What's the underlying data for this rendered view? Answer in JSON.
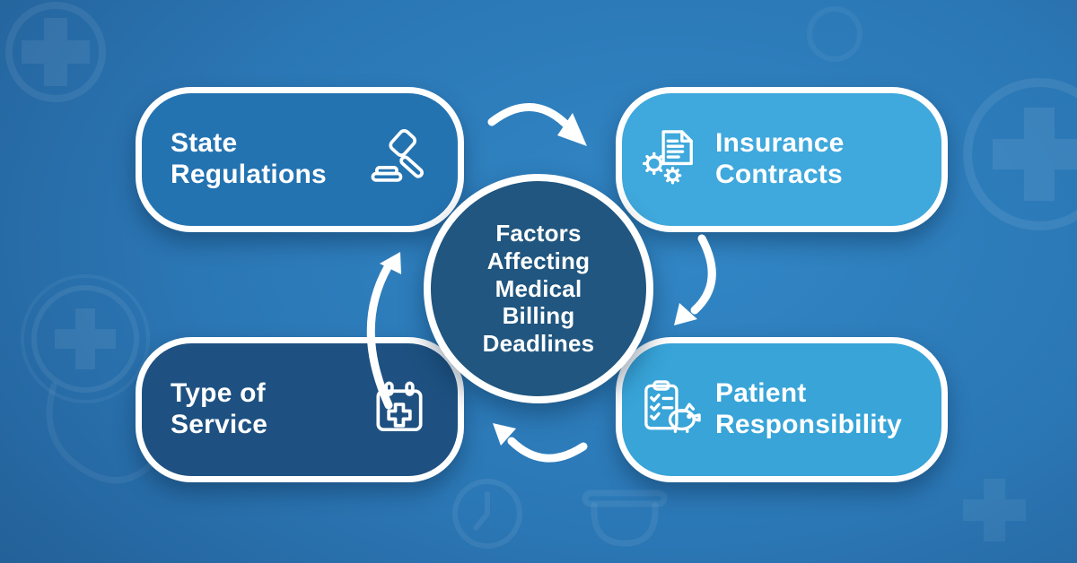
{
  "title": "Factors Affecting Medical Billing Deadlines",
  "center": {
    "lines": [
      "Factors",
      "Affecting",
      "Medical",
      "Billing",
      "Deadlines"
    ],
    "bg_color": "#20567f"
  },
  "cards": [
    {
      "id": "state-regulations",
      "line1": "State",
      "line2": "Regulations",
      "icon": "gavel-icon",
      "bg_color": "#2473b1"
    },
    {
      "id": "insurance-contracts",
      "line1": "Insurance",
      "line2": "Contracts",
      "icon": "document-gears-icon",
      "bg_color": "#3fa8dc"
    },
    {
      "id": "type-of-service",
      "line1": "Type of",
      "line2": "Service",
      "icon": "medical-calendar-icon",
      "bg_color": "#1e5181"
    },
    {
      "id": "patient-responsibility",
      "line1": "Patient",
      "line2": "Responsibility",
      "icon": "clipboard-piggybank-icon",
      "bg_color": "#38a4d8"
    }
  ],
  "colors": {
    "background_light": "#3287c6",
    "background_dark": "#174a7b",
    "card_border": "#ffffff",
    "text": "#ffffff",
    "arrow": "#ffffff"
  }
}
